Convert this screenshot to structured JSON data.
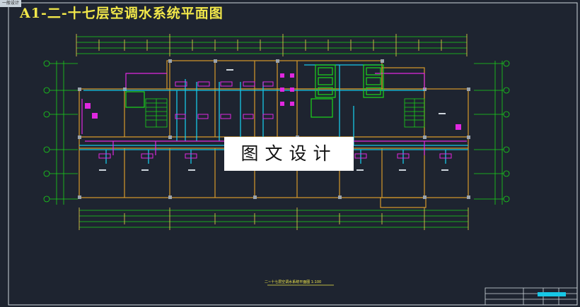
{
  "drawing": {
    "title": "A1-二-十七层空调水系统平面图",
    "watermark": "图文设计",
    "corner_tag": "一般设计",
    "plan_caption": "二~十七层空调水系统平面图 1:100"
  },
  "colors": {
    "background": "#1e2430",
    "title": "#f2e84a",
    "dimension_lines": "#19d319",
    "walls": "#d79a2a",
    "chilled_water_pipe": "#17c7e6",
    "condensate_pipe": "#e028e0",
    "equipment": "#1bd91b",
    "frame": "#cfd6dd"
  }
}
